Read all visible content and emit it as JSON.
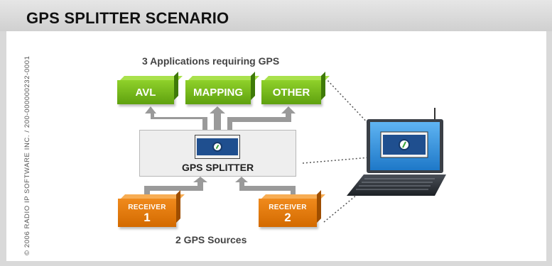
{
  "header": {
    "title": "GPS SPLITTER SCENARIO"
  },
  "copyright": "© 2006 RADIO IP SOFTWARE INC. / 200-000000232-0001",
  "diagram": {
    "top_caption": "3 Applications requiring GPS",
    "bottom_caption": "2 GPS Sources",
    "applications": [
      "AVL",
      "MAPPING",
      "OTHER"
    ],
    "splitter_label": "GPS SPLITTER",
    "receivers": [
      {
        "label": "RECEIVER",
        "number": "1"
      },
      {
        "label": "RECEIVER",
        "number": "2"
      }
    ]
  },
  "colors": {
    "app_green": "#6cb616",
    "receiver_orange": "#e67a0c",
    "splitter_blue": "#1f4f8f",
    "laptop_blue": "#2a8fe0"
  },
  "icons": [
    "gps-compass-icon",
    "laptop-icon"
  ]
}
